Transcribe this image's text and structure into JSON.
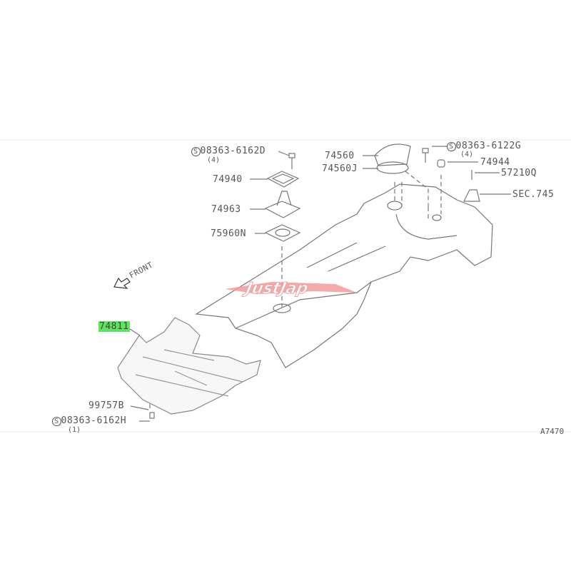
{
  "diagram": {
    "front_label": "FRONT",
    "watermark": "JustJap",
    "corner_code": "A7470",
    "parts": [
      {
        "id": "bolt_front_cover",
        "symbol": "S",
        "number": "08363-6162D",
        "qty": "(4)"
      },
      {
        "id": "gasket",
        "number": "74940"
      },
      {
        "id": "boot",
        "number": "74963"
      },
      {
        "id": "boot_lower",
        "number": "75960N"
      },
      {
        "id": "plate",
        "number": "74560"
      },
      {
        "id": "plate_seal",
        "number": "74560J"
      },
      {
        "id": "bolt_rear",
        "symbol": "S",
        "number": "08363-6122G",
        "qty": "(4)"
      },
      {
        "id": "plug",
        "number": "74944"
      },
      {
        "id": "clip",
        "number": "57210Q"
      },
      {
        "id": "section_ref",
        "number": "SEC.745"
      },
      {
        "id": "undercover",
        "number": "74811",
        "highlighted": true,
        "highlight_color": "#5ee35e"
      },
      {
        "id": "nut",
        "number": "99757B"
      },
      {
        "id": "bolt_under",
        "symbol": "S",
        "number": "08363-6162H",
        "qty": "(1)"
      }
    ]
  }
}
